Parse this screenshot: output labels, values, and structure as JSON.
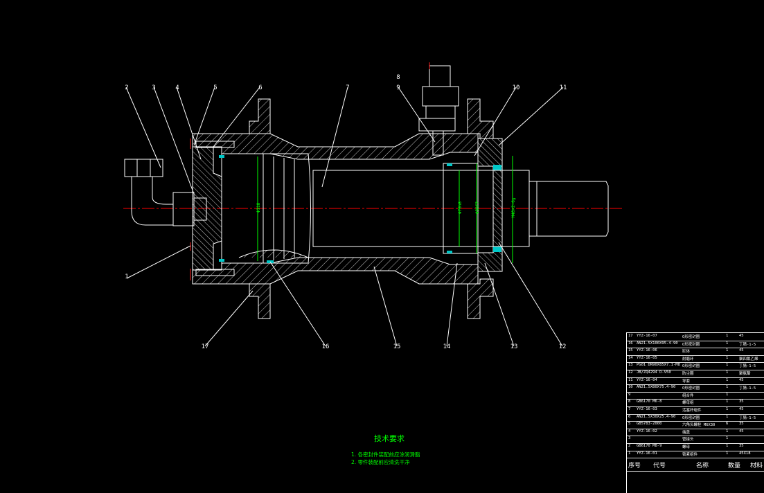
{
  "part_labels": [
    "1",
    "2",
    "3",
    "4",
    "5",
    "6",
    "7",
    "8",
    "9",
    "10",
    "11",
    "12",
    "13",
    "14",
    "15",
    "16",
    "17"
  ],
  "dimension_labels": [
    "Φ118",
    "Φ70h8",
    "Φ56f7",
    "M48×2-6g"
  ],
  "tech_requirements": {
    "title": "技术要求",
    "items": [
      "1. 各密封件装配前应涂润滑脂",
      "2. 零件装配前应清洗干净"
    ]
  },
  "bom": {
    "headers": [
      "序号",
      "代号",
      "名称",
      "数量",
      "材料"
    ],
    "rows": [
      [
        "17",
        "YYZ-16-07",
        "O形密封圈",
        "1",
        "45"
      ],
      [
        "16",
        "AN21.5X100X95.4-90",
        "O形密封圈",
        "1",
        "丁腈-1-5"
      ],
      [
        "15",
        "YYZ-16-06",
        "缸体",
        "1",
        "45"
      ],
      [
        "14",
        "YYZ-16-05",
        "耐磨环",
        "1",
        "聚四氟乙烯"
      ],
      [
        "13",
        "PG01 DN90X85X7.1-M8",
        "O形密封圈",
        "1",
        "丁腈-1-5"
      ],
      [
        "12",
        "JB/ZQ4294 D-V50",
        "防尘圈",
        "1",
        "聚氨酯"
      ],
      [
        "11",
        "YYZ-16-04",
        "导套",
        "1",
        "45"
      ],
      [
        "10",
        "AN21.5X80X75.4-90",
        "O形密封圈",
        "1",
        "丁腈-1-5"
      ],
      [
        "9",
        "",
        "组合件",
        "1",
        ""
      ],
      [
        "8",
        "GB6170 M6-8",
        "螺母组",
        "1",
        "35"
      ],
      [
        "7",
        "YYZ-16-03",
        "活塞杆组件",
        "1",
        "45"
      ],
      [
        "6",
        "AN21.5X30X25.4-90",
        "O形密封圈",
        "1",
        "丁腈-1-5"
      ],
      [
        "5",
        "GB5783-2000",
        "六角头螺栓 M6X30",
        "6",
        "35"
      ],
      [
        "4",
        "YYZ-16-02",
        "端盖",
        "1",
        "45"
      ],
      [
        "3",
        "",
        "管接头",
        "1",
        ""
      ],
      [
        "2",
        "GB6170 M8-9",
        "螺母",
        "1",
        "35"
      ],
      [
        "1",
        "YYZ-16-01",
        "锁紧组件",
        "1",
        "45X18"
      ]
    ]
  }
}
